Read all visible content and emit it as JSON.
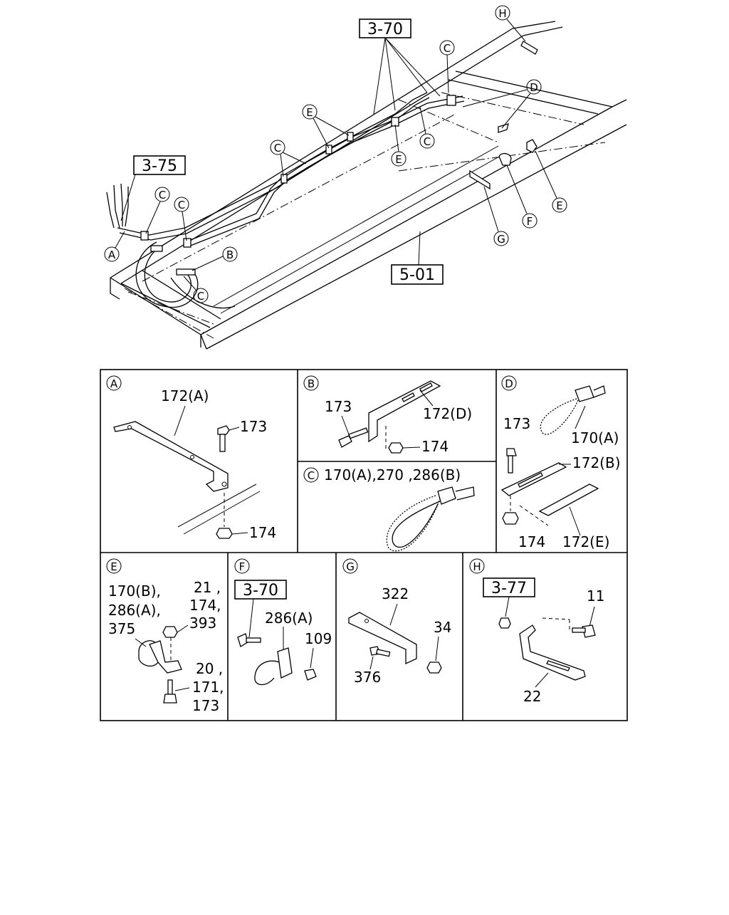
{
  "main_view": {
    "callouts": {
      "ref_3_70": "3-70",
      "ref_3_75": "3-75",
      "ref_5_01": "5-01",
      "A": "A",
      "B": "B",
      "C1": "C",
      "C2": "C",
      "C3": "C",
      "C4": "C",
      "C5": "C",
      "C6": "C",
      "D": "D",
      "E1": "E",
      "E2": "E",
      "E3": "E",
      "F": "F",
      "G": "G",
      "H": "H"
    }
  },
  "details": {
    "A": {
      "letter": "A",
      "bracket": "172(A)",
      "bolt": "173",
      "nut": "174"
    },
    "B": {
      "letter": "B",
      "bolt": "173",
      "bracket": "172(D)",
      "nut": "174"
    },
    "C": {
      "letter": "C",
      "parts": "170(A),270 ,286(B)"
    },
    "D": {
      "letter": "D",
      "band": "170(A)",
      "bolt": "173",
      "bracket_b": "172(B)",
      "nut": "174",
      "bracket_e": "172(E)"
    },
    "E": {
      "letter": "E",
      "line1": "170(B),",
      "line2": "286(A),",
      "line3": "375",
      "line4": "21 ,",
      "line5": "174,",
      "line6": "393",
      "line7": "20 ,",
      "line8": "171,",
      "line9": "173"
    },
    "F": {
      "letter": "F",
      "ref": "3-70",
      "clip": "286(A)",
      "nut": "109"
    },
    "G": {
      "letter": "G",
      "bracket": "322",
      "nut": "34",
      "bolt": "376"
    },
    "H": {
      "letter": "H",
      "ref": "3-77",
      "bolt": "11",
      "bracket": "22"
    }
  }
}
